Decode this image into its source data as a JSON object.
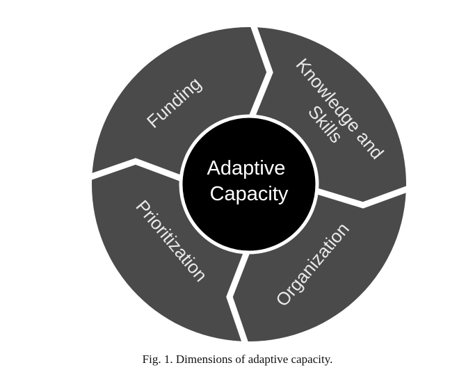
{
  "diagram": {
    "center": {
      "line1": "Adaptive",
      "line2": "Capacity"
    },
    "segments": [
      {
        "id": "funding",
        "lines": [
          "Funding"
        ]
      },
      {
        "id": "knowledge",
        "lines": [
          "Knowledge and",
          "Skills"
        ]
      },
      {
        "id": "organization",
        "lines": [
          "Organization"
        ]
      },
      {
        "id": "prioritization",
        "lines": [
          "Prioritization"
        ]
      }
    ],
    "colors": {
      "segment_fill": "#4a4a4a",
      "center_fill": "#000000",
      "separator": "#ffffff",
      "label": "#e8e8e8"
    }
  },
  "caption": {
    "label": "Fig. 1.",
    "text": "Dimensions of adaptive capacity."
  }
}
